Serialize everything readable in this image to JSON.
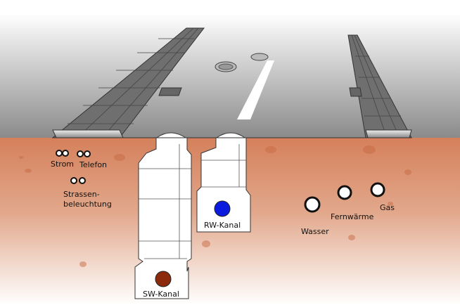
{
  "labels": {
    "strom": "Strom",
    "telefon": "Telefon",
    "strassenbeleuchtung_1": "Strassen-",
    "strassenbeleuchtung_2": "beleuchtung",
    "rw_kanal": "RW-Kanal",
    "sw_kanal": "SW-Kanal",
    "wasser": "Wasser",
    "fernwaerme": "Fernwärme",
    "gas": "Gas"
  },
  "colors": {
    "ground": "#d98a66",
    "rw_pipe": "#0a1adf",
    "sw_pipe": "#8b2a0c",
    "road": "#8f8f8f"
  }
}
